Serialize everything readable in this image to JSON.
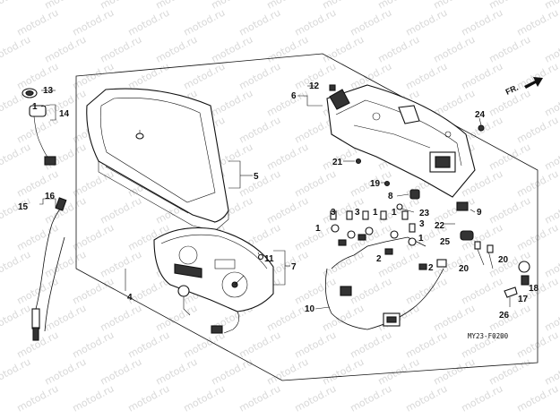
{
  "watermark": "motod.ru",
  "direction_label": "FR.",
  "diagram_code": "MY23-F0200",
  "callouts": [
    "1",
    "2",
    "3",
    "4",
    "5",
    "6",
    "7",
    "8",
    "9",
    "10",
    "11",
    "12",
    "13",
    "14",
    "15",
    "16",
    "17",
    "18",
    "19",
    "20",
    "21",
    "22",
    "23",
    "24",
    "25",
    "26"
  ],
  "colors": {
    "line": "#111111",
    "watermark": "#d8d8d8",
    "background": "#ffffff"
  }
}
